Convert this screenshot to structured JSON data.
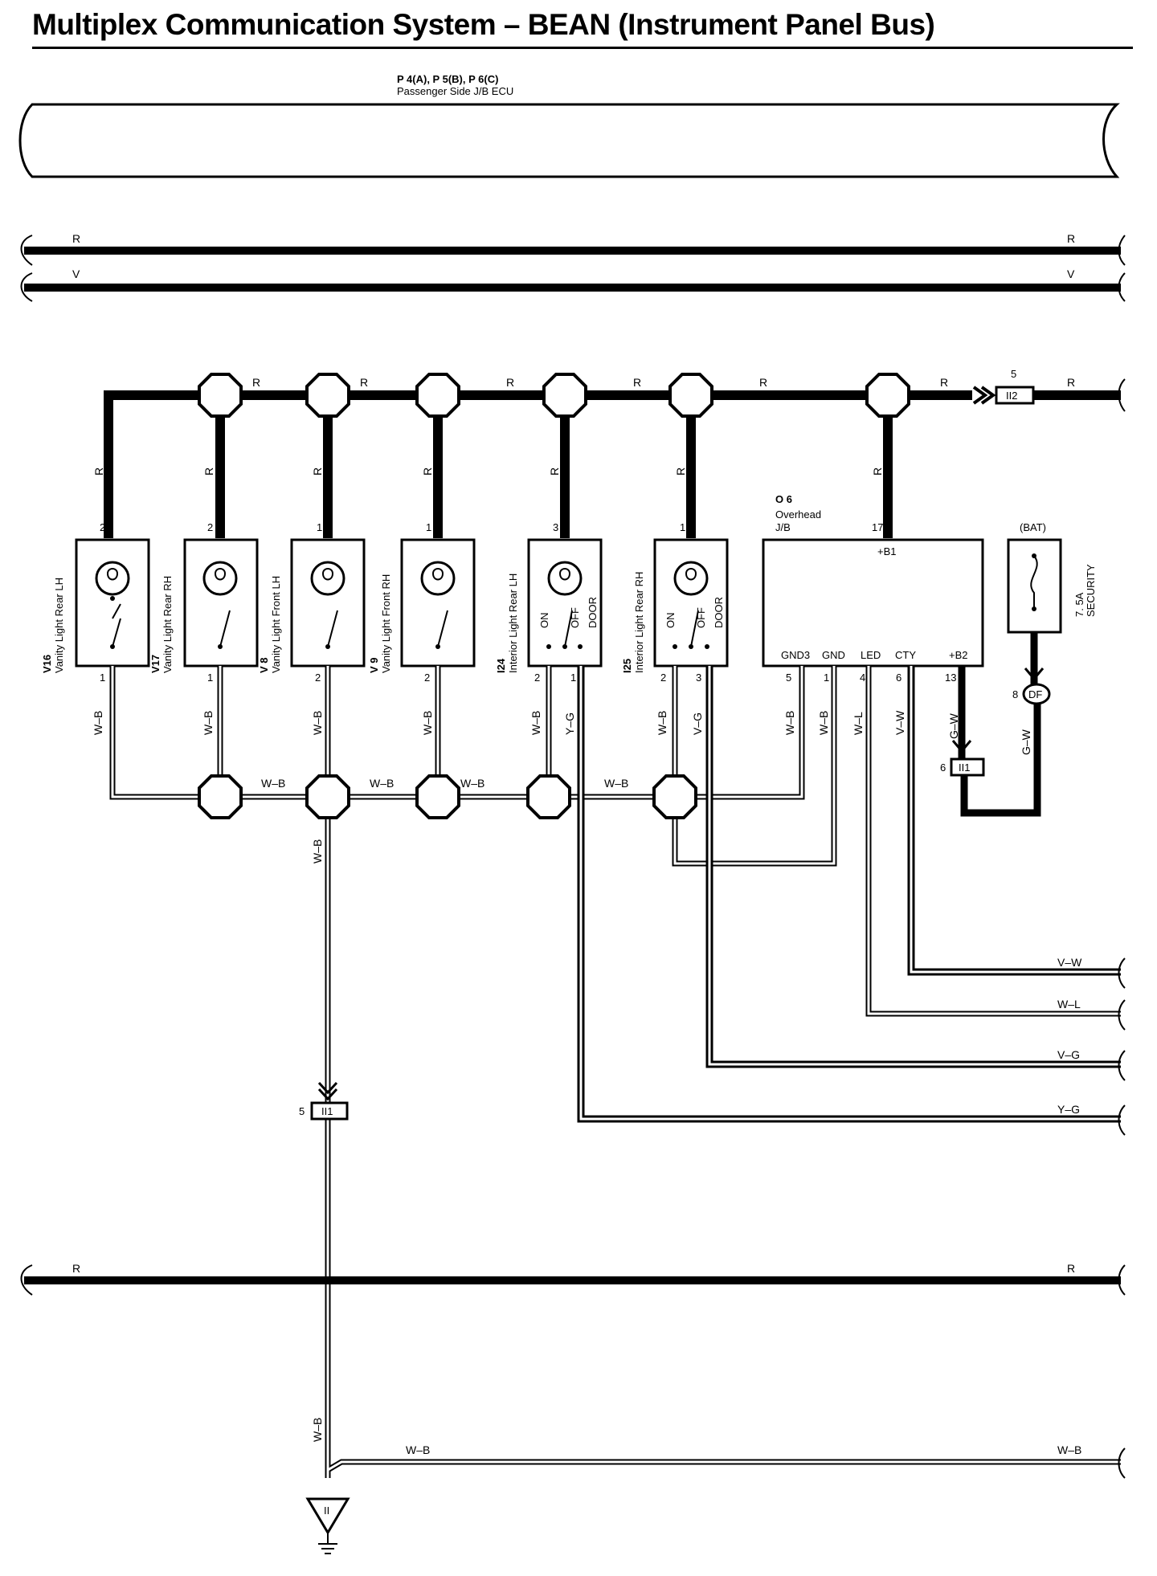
{
  "title": "Multiplex Communication System – BEAN (Instrument Panel Bus)",
  "ecu": {
    "connectors": "P 4(A), P 5(B), P 6(C)",
    "name": "Passenger Side J/B ECU"
  },
  "bus_top": {
    "wire1": "R",
    "wire2": "V"
  },
  "lamp_bus_color": "R",
  "switches": [
    {
      "code": "V16",
      "name": "Vanity  Light Rear LH",
      "pin_top": "2",
      "pin_bottom": "1",
      "wire_top": "R",
      "wire_bottom": "W–B"
    },
    {
      "code": "V17",
      "name": "Vanity Light Rear RH",
      "pin_top": "2",
      "pin_bottom": "1",
      "wire_top": "R",
      "wire_bottom": "W–B"
    },
    {
      "code": "V 8",
      "name": "Vanity Light Front LH",
      "pin_top": "1",
      "pin_bottom": "2",
      "wire_top": "R",
      "wire_bottom": "W–B"
    },
    {
      "code": "V 9",
      "name": "Vanity Light Front RH",
      "pin_top": "1",
      "pin_bottom": "2",
      "wire_top": "R",
      "wire_bottom": "W–B"
    },
    {
      "code": "I24",
      "name": "Interior Light Rear LH",
      "pin_top": "3",
      "pin_bottom": "2",
      "pin_bottom2": "1",
      "wire_top": "R",
      "wire_bottom": "W–B",
      "wire_bottom2": "Y–G",
      "positions": [
        "ON",
        "OFF",
        "DOOR"
      ]
    },
    {
      "code": "I25",
      "name": "Interior Light Rear RH",
      "pin_top": "1",
      "pin_bottom": "2",
      "pin_bottom2": "3",
      "wire_top": "R",
      "wire_bottom": "W–B",
      "wire_bottom2": "V–G",
      "positions": [
        "ON",
        "OFF",
        "DOOR"
      ]
    }
  ],
  "overhead_jb": {
    "code": "O 6",
    "name_line1": "Overhead",
    "name_line2": "J/B",
    "pin_b1": "17",
    "label_b1": "+B1",
    "terminals": [
      "GND3",
      "GND",
      "LED",
      "CTY",
      "+B2"
    ],
    "pins": [
      "5",
      "1",
      "4",
      "6",
      "13"
    ],
    "wires": [
      "W–B",
      "W–B",
      "W–L",
      "V–W",
      "G–W"
    ]
  },
  "fuse": {
    "source": "(BAT)",
    "rating": "7. 5A",
    "name": "SECURITY",
    "conn_pin": "8",
    "conn_code": "DF",
    "wire": "G–W"
  },
  "junctions": {
    "ii2_pin": "5",
    "ii2_label": "II2",
    "ii1_a_pin": "6",
    "ii1_a_label": "II1",
    "ii1_b_pin": "5",
    "ii1_b_label": "II1"
  },
  "ground_wire": "W–B",
  "right_wires": [
    "V–W",
    "W–L",
    "V–G",
    "Y–G"
  ],
  "bus_bottom": {
    "wire1": "R",
    "wire2": "W–B"
  },
  "ground_label": "II"
}
